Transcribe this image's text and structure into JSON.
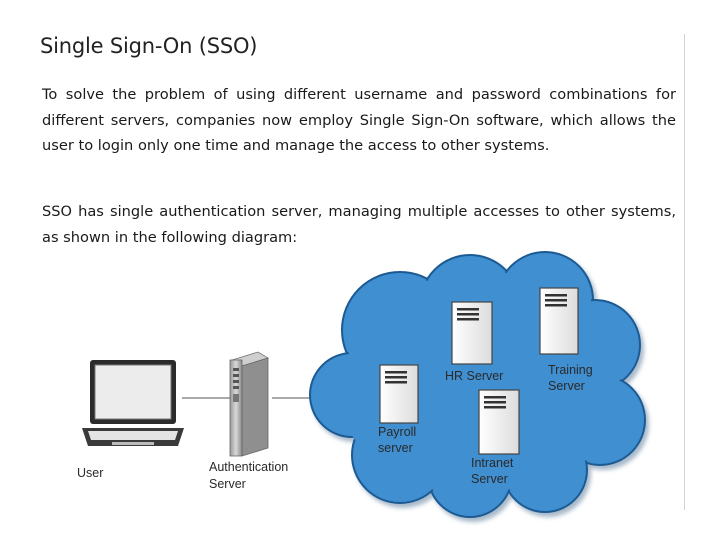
{
  "slide": {
    "title": "Single Sign-On (SSO)",
    "paragraph1": "To solve the problem of using different username and password combinations for different servers, companies now employ Single Sign-On software, which allows the user to login only one time and manage the access to other systems.",
    "paragraph2": "SSO has single authentication server, managing multiple accesses to other systems, as shown in the following diagram:"
  },
  "diagram": {
    "user": {
      "label": "User",
      "icon": "laptop-icon"
    },
    "auth_server": {
      "label_line1": "Authentication",
      "label_line2": "Server",
      "icon": "server-tower-icon"
    },
    "cloud": {
      "icon": "cloud-icon",
      "fill": "#3f8fd0",
      "outline": "#1e5a93"
    },
    "servers": [
      {
        "label_line1": "HR Server",
        "label_line2": ""
      },
      {
        "label_line1": "Training",
        "label_line2": "Server"
      },
      {
        "label_line1": "Payroll",
        "label_line2": "server"
      },
      {
        "label_line1": "Intranet",
        "label_line2": "Server"
      }
    ]
  }
}
